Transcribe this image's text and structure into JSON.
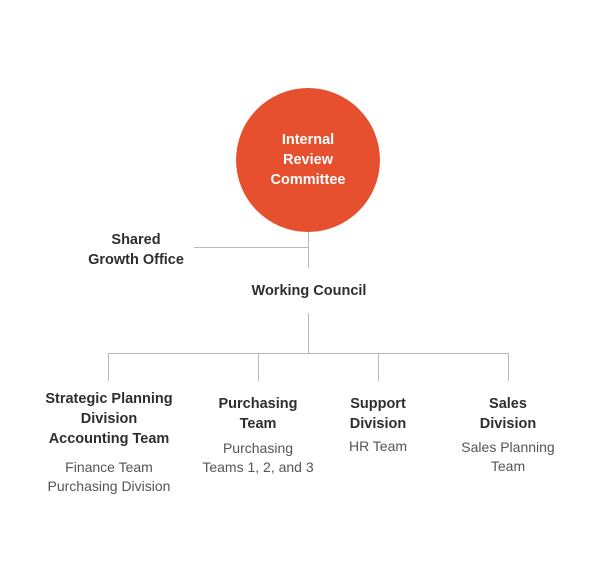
{
  "root": {
    "label": "Internal\nReview\nCommittee",
    "color": "#e6502e"
  },
  "side_office": {
    "label": "Shared\nGrowth Office"
  },
  "council": {
    "label": "Working Council"
  },
  "divisions": [
    {
      "title": "Strategic Planning\nDivision\nAccounting Team",
      "sub": "Finance Team\nPurchasing Division"
    },
    {
      "title": "Purchasing\nTeam",
      "sub": "Purchasing\nTeams 1, 2, and 3"
    },
    {
      "title": "Support\nDivision",
      "sub": "HR Team"
    },
    {
      "title": "Sales\nDivision",
      "sub": "Sales Planning\nTeam"
    }
  ],
  "line_color": "#b9b9b9"
}
